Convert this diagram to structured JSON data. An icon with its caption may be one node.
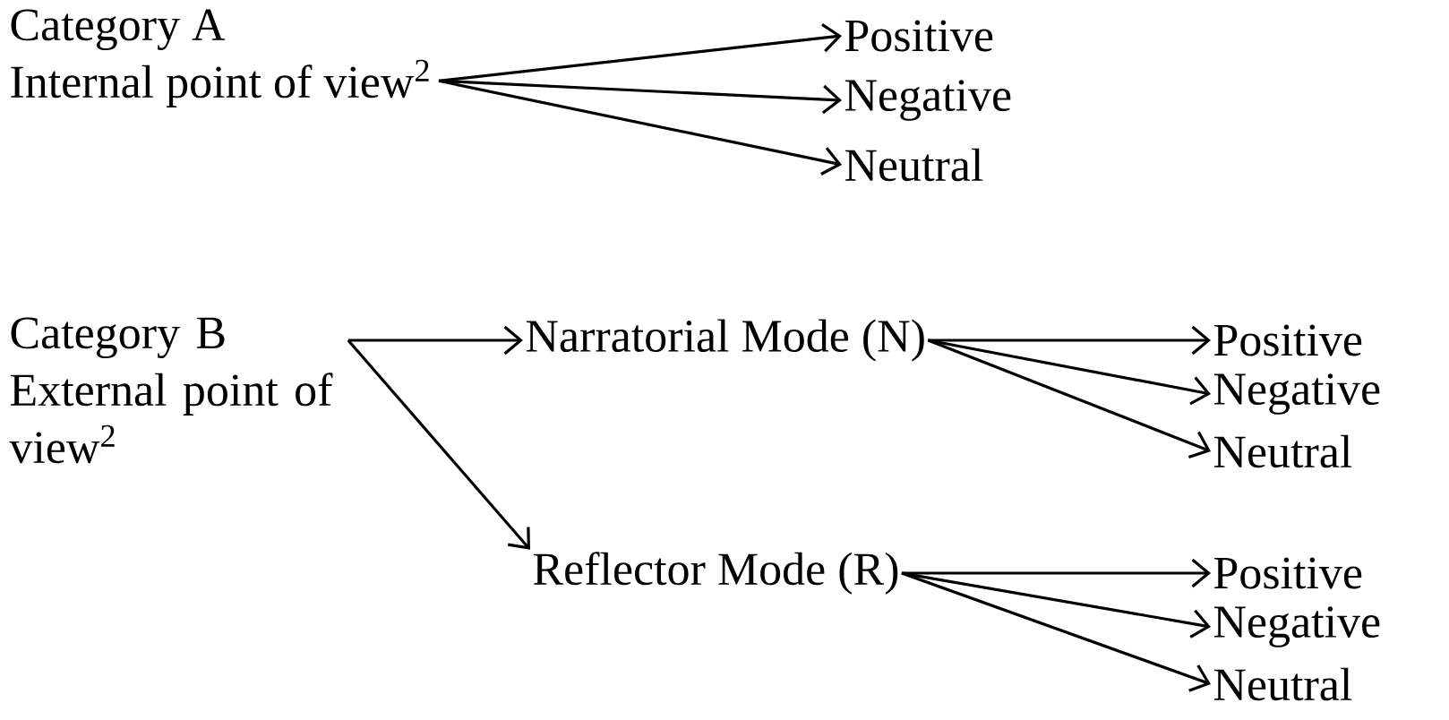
{
  "diagram": {
    "nodes": [
      {
        "text": [
          "Category A",
          "Internal point of view$^{2}$"
        ]
      },
      {
        "text": [
          "Positive"
        ]
      },
      {
        "text": [
          "Negative"
        ]
      },
      {
        "text": [
          "Neutral"
        ]
      },
      {
        "text": [
          "Category B",
          "External point of view$^{2}$"
        ]
      },
      {
        "text": [
          "Narratorial Mode (N)"
        ]
      },
      {
        "text": [
          "Positive"
        ]
      },
      {
        "text": [
          "Negative"
        ]
      },
      {
        "text": [
          "Neutral"
        ]
      },
      {
        "text": [
          "Reflector Mode (R)"
        ]
      },
      {
        "text": [
          "Positive"
        ]
      },
      {
        "text": [
          "Negative"
        ]
      },
      {
        "text": [
          "Neutral"
        ]
      }
    ],
    "edges": [
      {
        "from": 0,
        "to": 1,
        "arrow": "to"
      },
      {
        "from": 0,
        "to": 2,
        "arrow": "to"
      },
      {
        "from": 0,
        "to": 3,
        "arrow": "to"
      },
      {
        "from": 4,
        "to": 5,
        "arrow": "to"
      },
      {
        "from": 4,
        "to": 9,
        "arrow": "to"
      },
      {
        "from": 5,
        "to": 6,
        "arrow": "to"
      },
      {
        "from": 5,
        "to": 7,
        "arrow": "to"
      },
      {
        "from": 5,
        "to": 8,
        "arrow": "to"
      },
      {
        "from": 9,
        "to": 10,
        "arrow": "to"
      },
      {
        "from": 9,
        "to": 11,
        "arrow": "to"
      },
      {
        "from": 9,
        "to": 12,
        "arrow": "to"
      }
    ]
  }
}
